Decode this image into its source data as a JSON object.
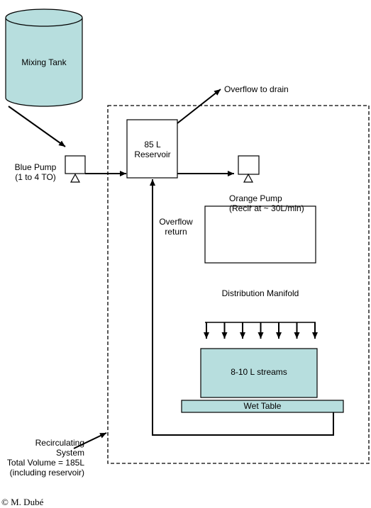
{
  "colors": {
    "tank": "#b7dede",
    "streams": "#b7dede",
    "wet_table": "#b7dede",
    "lines": "#000000"
  },
  "labels": {
    "mixing_tank": "Mixing Tank",
    "overflow_drain": "Overflow to drain",
    "blue_pump_1": "Blue Pump",
    "blue_pump_2": "(1 to 4 TO)",
    "reservoir_1": "85 L",
    "reservoir_2": "Reservoir",
    "orange_pump_1": "Orange Pump",
    "orange_pump_2": "(Recir at ~ 30L/min)",
    "overflow_return_1": "Overflow",
    "overflow_return_2": "return",
    "manifold": "Distribution Manifold",
    "streams": "8-10 L streams",
    "wet_table": "Wet Table",
    "system_1": "Recirculating",
    "system_2": "System",
    "system_3": "Total Volume = 185L",
    "system_4": "(including reservoir)",
    "copyright": "© M. Dubé"
  }
}
